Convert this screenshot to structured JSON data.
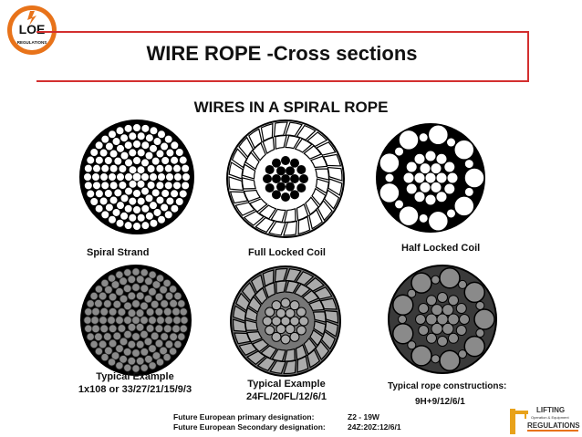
{
  "logo": {
    "text": "LOE",
    "sub": "REGULATIONS",
    "icon": "lightbulb-logo"
  },
  "header": {
    "title": "WIRE ROPE -Cross sections"
  },
  "section": {
    "subtitle": "WIRES IN A SPIRAL ROPE"
  },
  "ropes": {
    "spiral_strand": {
      "label": "Spiral Strand"
    },
    "full_locked_coil": {
      "label": "Full Locked Coil"
    },
    "half_locked_coil": {
      "label": "Half Locked Coil"
    },
    "example1": {
      "line1": "Typical Example",
      "line2": "1x108 or 33/27/21/15/9/3"
    },
    "example2": {
      "line1": "Typical Example",
      "line2": "24FL/20FL/12/6/1"
    },
    "example3": {
      "line1": "Typical rope constructions:",
      "line2": "9H+9/12/6/1"
    }
  },
  "designation": {
    "primary_label": "Future European primary designation:",
    "primary_value": "Z2 - 19W",
    "secondary_label": "Future European Secondary designation:",
    "secondary_value": "24Z:20Z:12/6/1"
  },
  "brand": {
    "line1": "LIFTING",
    "line2": "Operation & Equipment",
    "line3": "REGULATIONS"
  },
  "colors": {
    "accent_red": "#d32f2f",
    "logo_orange": "#e8731a",
    "grey_fill": "#8a8a8a",
    "dark_fill": "#3a3a3a"
  }
}
